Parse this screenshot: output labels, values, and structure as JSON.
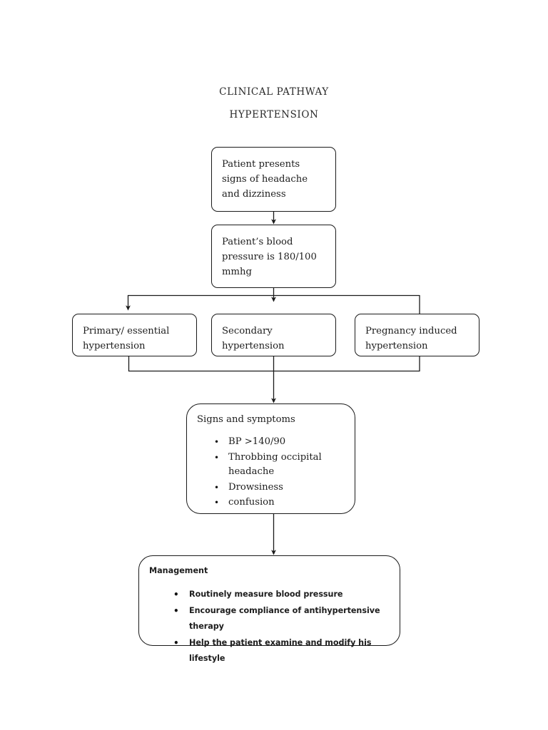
{
  "document": {
    "title_line_1": "CLINICAL PATHWAY",
    "title_line_2": "HYPERTENSION"
  },
  "theme": {
    "background": "#ffffff",
    "line_color": "#1a1a1a",
    "text_color": "#1d1d1d"
  },
  "flowchart": {
    "type": "flowchart",
    "orientation": "top-to-bottom",
    "nodes": [
      {
        "id": "symptom",
        "shape": "rounded-rectangle",
        "lines": [
          "Patient presents",
          "signs of headache",
          "and dizziness"
        ]
      },
      {
        "id": "bp",
        "shape": "rounded-rectangle",
        "lines": [
          "Patient’s blood",
          "pressure is 180/100",
          "mmhg"
        ]
      },
      {
        "id": "primary",
        "shape": "rounded-rectangle",
        "lines": [
          "Primary/ essential",
          "hypertension"
        ]
      },
      {
        "id": "secondary",
        "shape": "rounded-rectangle",
        "lines": [
          "Secondary",
          "hypertension"
        ]
      },
      {
        "id": "pregnancy",
        "shape": "rounded-rectangle",
        "lines": [
          "Pregnancy induced",
          "hypertension"
        ]
      },
      {
        "id": "signs",
        "shape": "rounded-rectangle",
        "heading": "Signs and symptoms",
        "bullets": [
          "BP >140/90",
          "Throbbing occipital\nheadache",
          "Drowsiness",
          "confusion"
        ]
      },
      {
        "id": "management",
        "shape": "rounded-rectangle",
        "heading": "Management",
        "bullets": [
          "Routinely measure blood pressure",
          "Encourage compliance of antihypertensive therapy",
          "Help the patient examine and modify his lifestyle"
        ]
      }
    ],
    "edges": [
      {
        "from": "symptom",
        "to": "bp",
        "arrow": true
      },
      {
        "from": "bp",
        "to": "primary",
        "arrow": true
      },
      {
        "from": "bp",
        "to": "secondary",
        "arrow": false
      },
      {
        "from": "bp",
        "to": "pregnancy",
        "arrow": false
      },
      {
        "from": "primary",
        "to": "signs",
        "arrow": true
      },
      {
        "from": "secondary",
        "to": "signs",
        "arrow": true
      },
      {
        "from": "pregnancy",
        "to": "signs",
        "arrow": true
      },
      {
        "from": "signs",
        "to": "management",
        "arrow": true
      }
    ]
  }
}
